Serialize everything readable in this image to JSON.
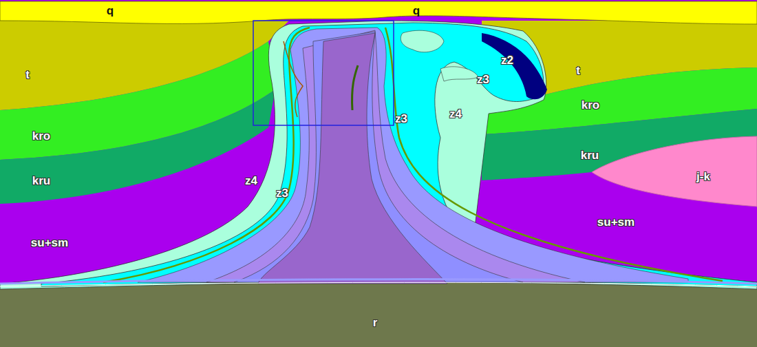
{
  "diagram": {
    "labels": [
      "q",
      "q",
      "t",
      "z2",
      "t",
      "z3",
      "kro",
      "z3",
      "z4",
      "kro",
      "kru",
      "j-k",
      "z4",
      "kru",
      "z3",
      "su+sm",
      "su+sm",
      "r"
    ]
  }
}
